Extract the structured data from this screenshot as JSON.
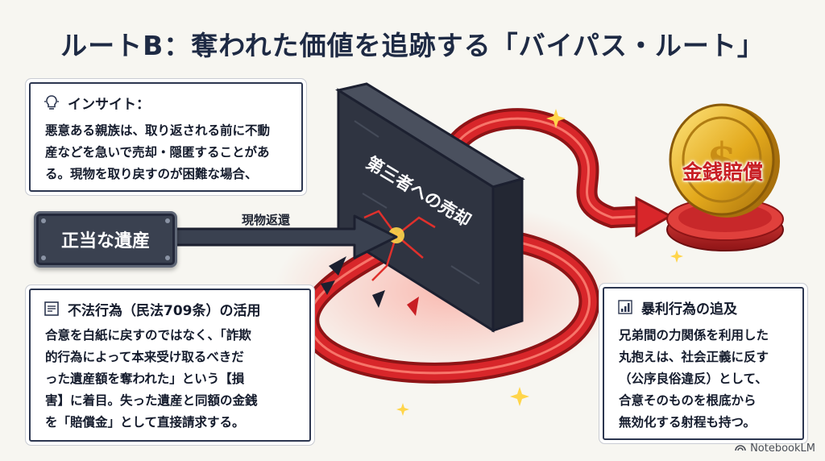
{
  "title": "ルートB：奪われた価値を追跡する「バイパス・ルート」",
  "insight": {
    "heading": "インサイト：",
    "icon": "lightbulb-icon",
    "lines": [
      "悪意ある親族は、取り返される前に不動",
      "産などを急いで売却・隠匿することがあ",
      "る。現物を取り戻すのが困難な場合、"
    ]
  },
  "legitimate_estate": "正当な遺産",
  "restitution_arrow_label": "現物返還",
  "wall_label": "第三者への売却",
  "coin_label": "金銭賠償",
  "tort_card": {
    "heading": "不法行為（民法709条）の活用",
    "icon": "document-icon",
    "lines": [
      "合意を白紙に戻すのではなく、「詐欺",
      "的行為によって本来受け取るべきだ",
      "った遺産額を奪われた」という【損",
      "害】に着目。失った遺産と同額の金銭",
      "を「賠償金」として直接請求する。"
    ]
  },
  "abuse_card": {
    "heading": "暴利行為の追及",
    "icon": "bar-chart-icon",
    "lines": [
      "兄弟間の力関係を利用した",
      "丸抱えは、社会正義に反す",
      "（公序良俗違反）として、",
      "合意そのものを根底から",
      "無効化する射程も持つ。"
    ]
  },
  "brand": "NotebookLM",
  "colors": {
    "title": "#1e2a44",
    "route_red": "#d8262a",
    "gold": "#e3a91c",
    "wall": "#2f3441"
  }
}
